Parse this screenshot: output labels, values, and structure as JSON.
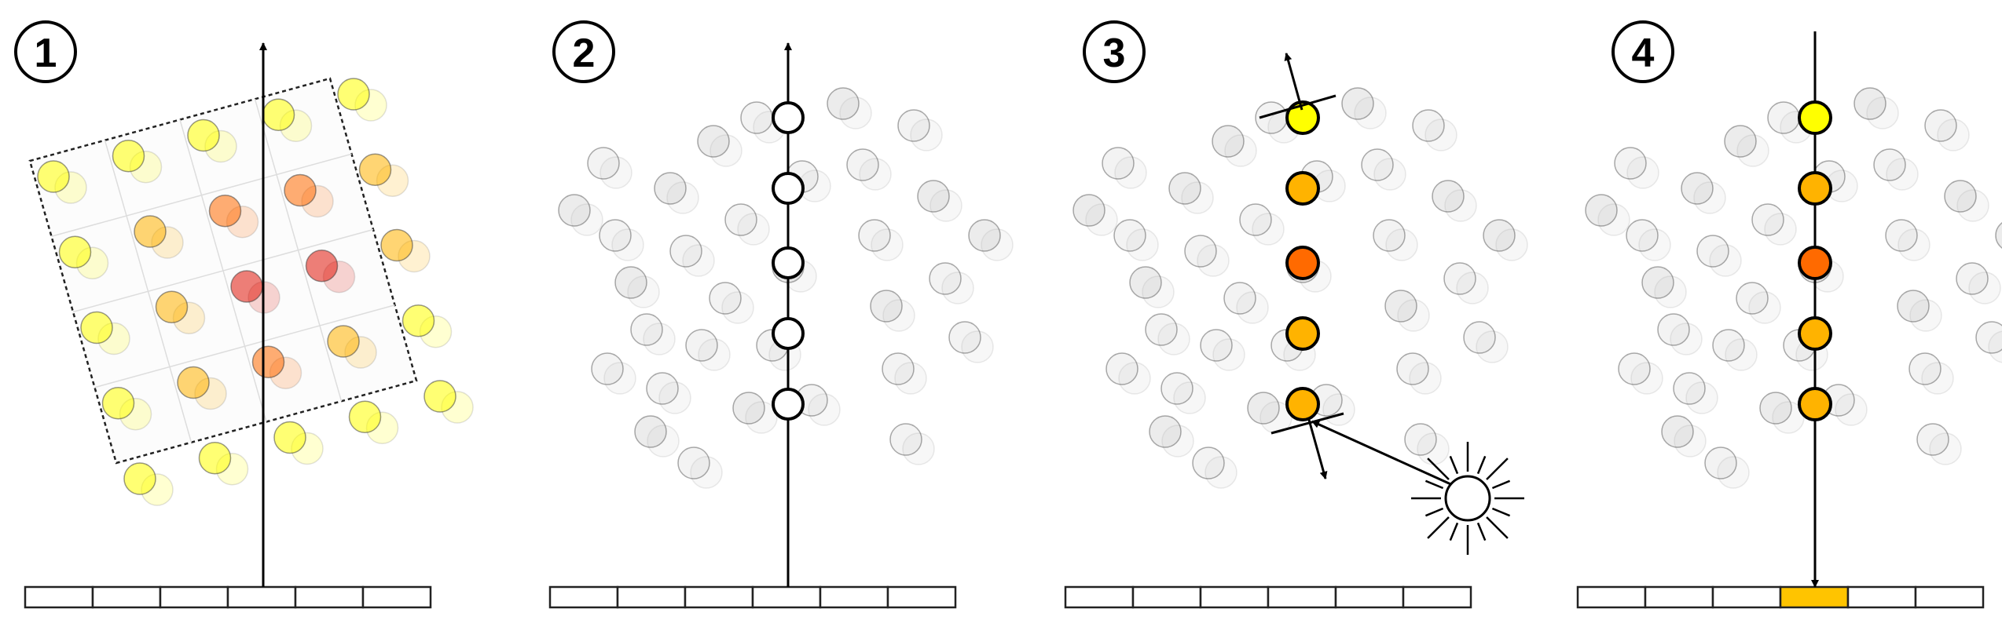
{
  "steps": [
    {
      "label": "1"
    },
    {
      "label": "2"
    },
    {
      "label": "3"
    },
    {
      "label": "4"
    }
  ],
  "colors": {
    "yellow": "#ffff00",
    "amber": "#ffb300",
    "orange": "#ff6a00",
    "red": "#e0150a",
    "grid_stroke": "#222222",
    "grid_highlight": "#ffc400",
    "ghost_fill": "#bbbbbb",
    "ray": "#000000"
  },
  "icons": {
    "light_source": "sun-icon",
    "image_plane": "pixel-grid"
  },
  "ray_samples": {
    "step3_colors": [
      "yellow",
      "amber",
      "orange",
      "amber",
      "amber"
    ],
    "step4_highlighted_pixel": 3
  },
  "pixel_count": 6
}
